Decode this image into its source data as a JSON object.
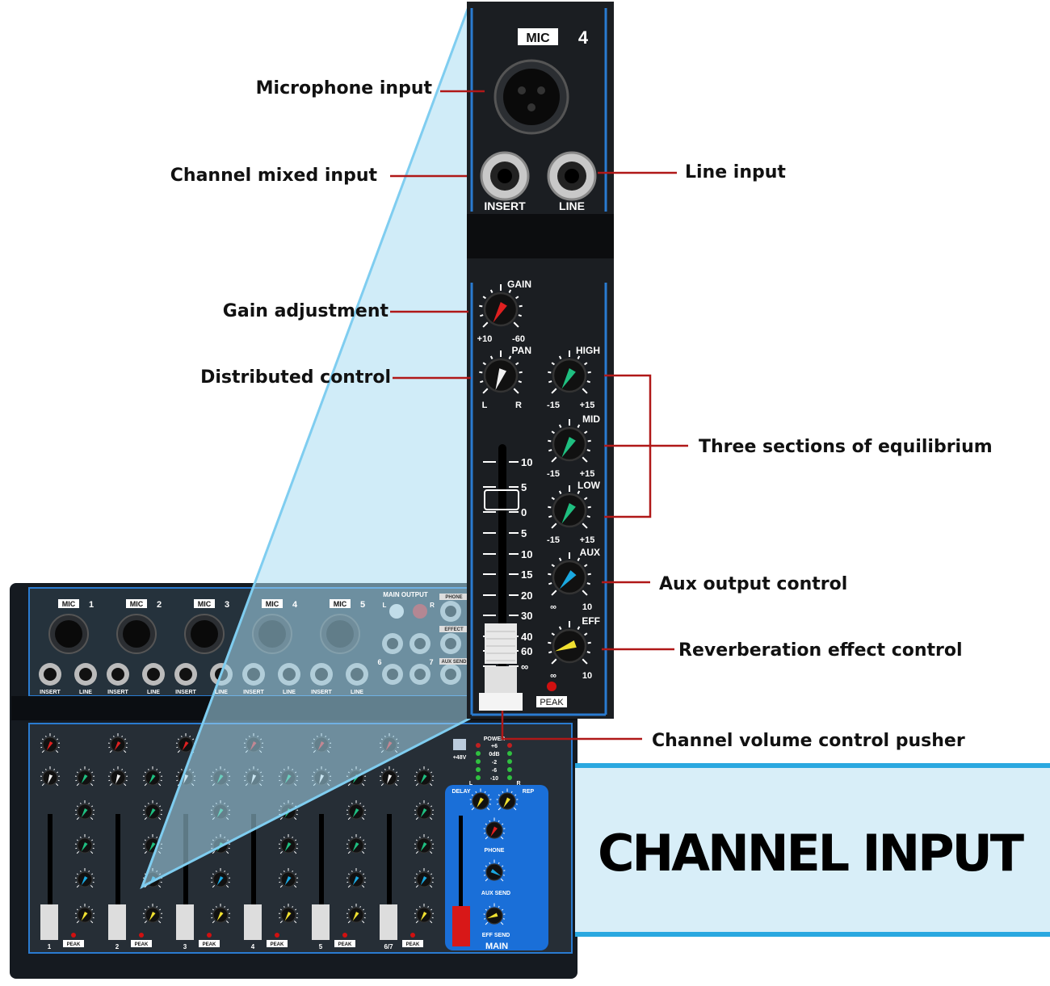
{
  "annotations": {
    "microphone_input": "Microphone input",
    "channel_mixed_input": "Channel mixed input",
    "line_input": "Line input",
    "gain_adjustment": "Gain adjustment",
    "distributed_control": "Distributed control",
    "three_sections_eq": "Three sections of equilibrium",
    "aux_output_control": "Aux output control",
    "reverb_effect_control": "Reverberation effect control",
    "channel_volume_pusher": "Channel volume control pusher"
  },
  "banner": {
    "title": "CHANNEL INPUT"
  },
  "strip": {
    "mic_label": "MIC",
    "channel_number": "4",
    "insert_label": "INSERT",
    "line_label": "LINE",
    "gain": {
      "label": "GAIN",
      "min": "+10",
      "max": "-60"
    },
    "pan": {
      "label": "PAN",
      "min": "L",
      "max": "R"
    },
    "high": {
      "label": "HIGH",
      "min": "-15",
      "max": "+15"
    },
    "mid": {
      "label": "MID",
      "min": "-15",
      "max": "+15"
    },
    "low": {
      "label": "LOW",
      "min": "-15",
      "max": "+15"
    },
    "aux": {
      "label": "AUX",
      "min": "∞",
      "max": "10"
    },
    "eff": {
      "label": "EFF",
      "min": "∞",
      "max": "10"
    },
    "fader_scale": [
      "10",
      "5",
      "0",
      "5",
      "10",
      "15",
      "20",
      "30",
      "40",
      "60",
      "∞"
    ],
    "peak_label": "PEAK"
  },
  "mixer": {
    "mic_channels": [
      "1",
      "2",
      "3",
      "4",
      "5"
    ],
    "main_output": {
      "title": "MAIN OUTPUT",
      "l": "L",
      "r": "R",
      "jack_labels": [
        "PHONE",
        "EFFECT",
        "AUX SEND"
      ],
      "stereo_inputs": [
        "6",
        "7"
      ]
    },
    "power": {
      "label": "POWER",
      "phantom": "+48V",
      "meter": [
        "+6",
        "0dB",
        "-2",
        "-6",
        "-10"
      ],
      "l": "L",
      "r": "R"
    },
    "main_section": {
      "delay": "DELAY",
      "rep": "REP",
      "phone": "PHONE",
      "aux_send": "AUX SEND",
      "eff_send": "EFF SEND",
      "title": "MAIN"
    },
    "channel_numbers": [
      "1",
      "2",
      "3",
      "4",
      "5",
      "6/7"
    ]
  },
  "colors": {
    "annotation_line": "#b01818",
    "cone": "#a9dcf2",
    "banner_bg": "#d8eef8",
    "banner_border": "#2aa8e0",
    "knob_gain": "#e02020",
    "knob_eq": "#1fbf80",
    "knob_aux": "#1aa8e0",
    "knob_eff": "#f0e030",
    "knob_pan": "#f0f0f0",
    "main_panel": "#1a6fd8"
  }
}
